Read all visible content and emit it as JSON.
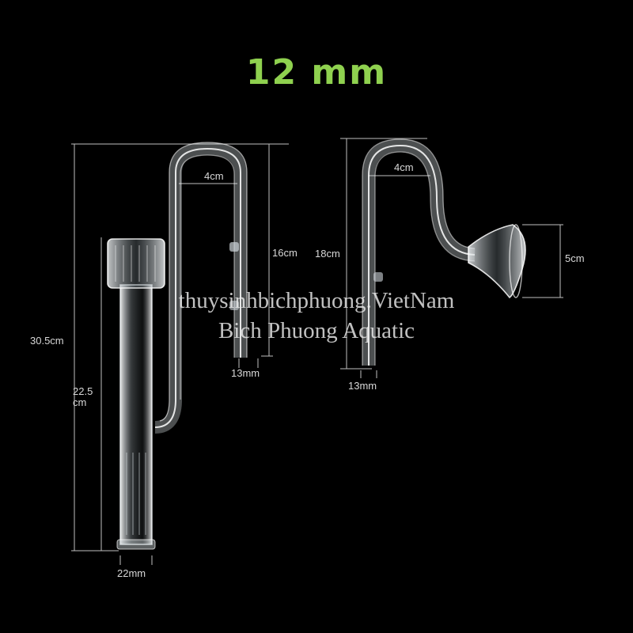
{
  "title": "12 mm",
  "colors": {
    "title": "#8fd14f",
    "background": "#000000",
    "glass": "#e6ecf0",
    "dimension_line": "#bfbfbf"
  },
  "inflow_pipe": {
    "total_height": "30.5cm",
    "strainer_height_line1": "22.5",
    "strainer_height_line2": "cm",
    "bend_width": "4cm",
    "outlet_leg": "16cm",
    "outlet_diameter": "13mm",
    "strainer_diameter": "22mm"
  },
  "outflow_pipe": {
    "bend_width": "4cm",
    "height": "18cm",
    "lily_height": "5cm",
    "diameter": "13mm"
  },
  "watermark": {
    "line1": "thuysinhbichphuong.VietNam",
    "line2": "Bich Phuong Aquatic"
  }
}
